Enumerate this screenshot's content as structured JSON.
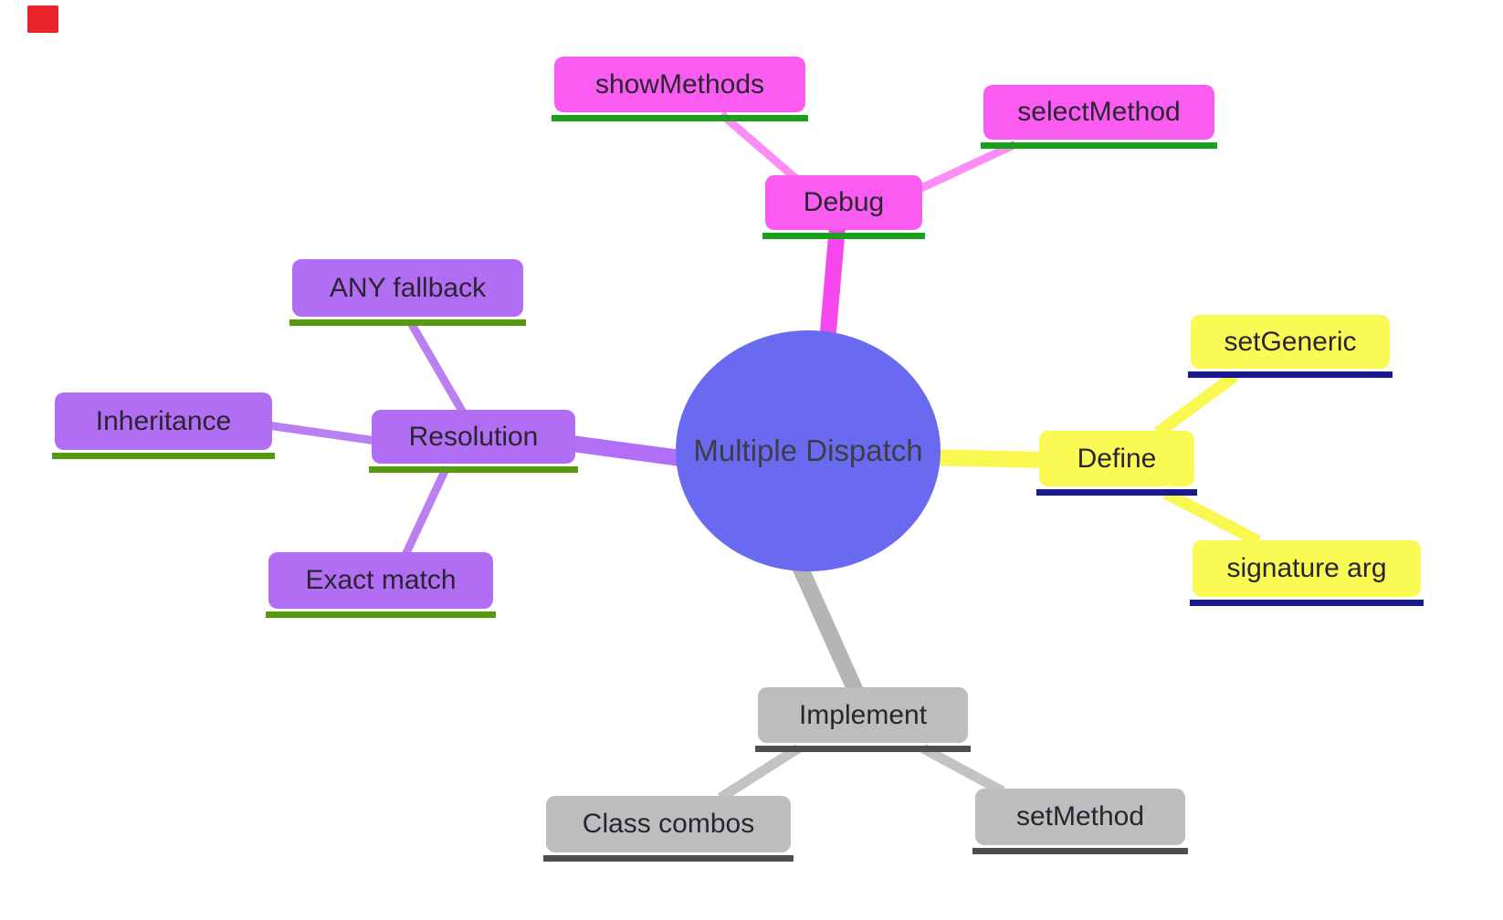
{
  "mindmap": {
    "root": {
      "label": "Multiple Dispatch",
      "color": "#6a6af0"
    },
    "branches": [
      {
        "label": "Debug",
        "box_color": "#fa5cf2",
        "edge_color": "#f648ec",
        "underline_color": "#18a018",
        "children": [
          {
            "label": "showMethods"
          },
          {
            "label": "selectMethod"
          }
        ]
      },
      {
        "label": "Resolution",
        "box_color": "#b16ef3",
        "edge_color": "#b26ef5",
        "underline_color": "#579a0f",
        "children": [
          {
            "label": "ANY fallback"
          },
          {
            "label": "Inheritance"
          },
          {
            "label": "Exact match"
          }
        ]
      },
      {
        "label": "Define",
        "box_color": "#fafa55",
        "edge_color": "#f8f851",
        "underline_color": "#1a1a90",
        "children": [
          {
            "label": "setGeneric"
          },
          {
            "label": "signature arg"
          }
        ]
      },
      {
        "label": "Implement",
        "box_color": "#bdbdbd",
        "edge_color": "#b5b5b5",
        "underline_color": "#4d4d4d",
        "children": [
          {
            "label": "Class combos"
          },
          {
            "label": "setMethod"
          }
        ]
      }
    ]
  },
  "marker": {
    "color": "#e8232a"
  }
}
